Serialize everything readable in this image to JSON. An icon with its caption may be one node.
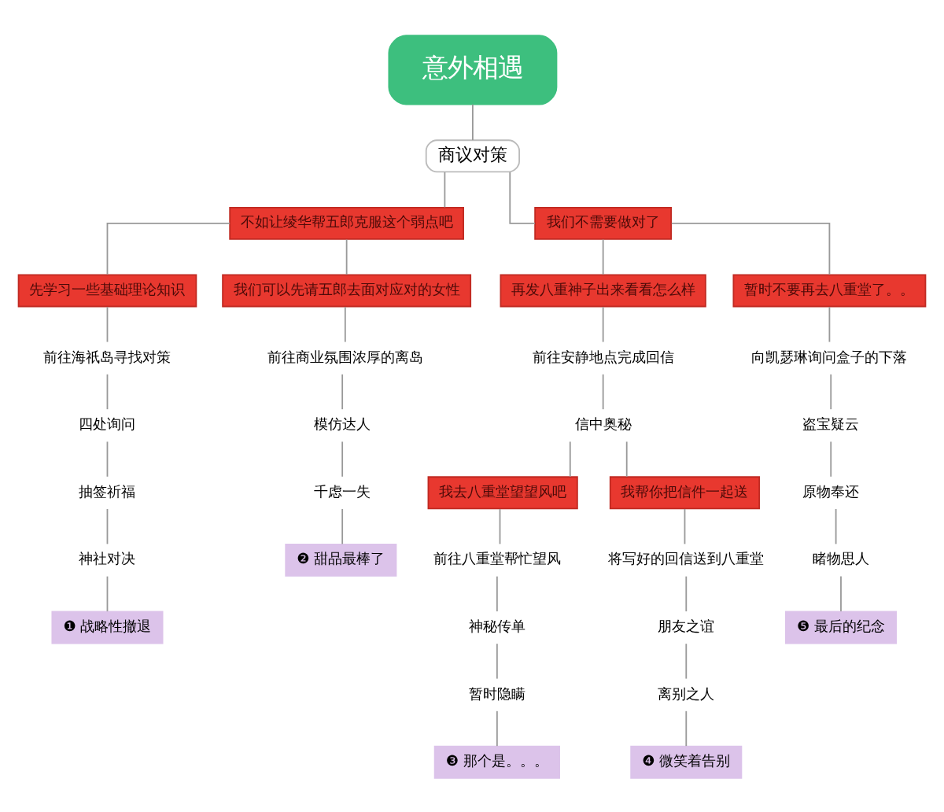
{
  "diagram": {
    "nodes": [
      {
        "text": [
          "意外相遇"
        ]
      },
      {
        "text": [
          "商议对策"
        ]
      },
      {
        "text": [
          "不如让绫华帮五郎克服这个弱点吧"
        ]
      },
      {
        "text": [
          "我们不需要做对了"
        ]
      },
      {
        "text": [
          "先学习一些基础理论知识"
        ]
      },
      {
        "text": [
          "我们可以先请五郎去面对应对的女性"
        ]
      },
      {
        "text": [
          "前往海祇岛寻找对策"
        ]
      },
      {
        "text": [
          "四处询问"
        ]
      },
      {
        "text": [
          "抽签祈福"
        ]
      },
      {
        "text": [
          "神社对决"
        ]
      },
      {
        "text": [
          "❶ 战略性撤退"
        ]
      },
      {
        "text": [
          "前往商业氛围浓厚的离岛"
        ]
      },
      {
        "text": [
          "模仿达人"
        ]
      },
      {
        "text": [
          "千虑一失"
        ]
      },
      {
        "text": [
          "❷ 甜品最棒了"
        ]
      },
      {
        "text": [
          "再发八重神子出来看看怎么样"
        ]
      },
      {
        "text": [
          "暂时不要再去八重堂了。。"
        ]
      },
      {
        "text": [
          "前往安静地点完成回信"
        ]
      },
      {
        "text": [
          "信中奥秘"
        ]
      },
      {
        "text": [
          "我去八重堂望望风吧"
        ]
      },
      {
        "text": [
          "我帮你把信件一起送"
        ]
      },
      {
        "text": [
          "前往八重堂帮忙望风"
        ]
      },
      {
        "text": [
          "神秘传单"
        ]
      },
      {
        "text": [
          "暂时隐瞒"
        ]
      },
      {
        "text": [
          "❸ 那个是。。。"
        ]
      },
      {
        "text": [
          "将写好的回信送到八重堂"
        ]
      },
      {
        "text": [
          "朋友之谊"
        ]
      },
      {
        "text": [
          "离别之人"
        ]
      },
      {
        "text": [
          "❹ 微笑着告别"
        ]
      },
      {
        "text": [
          "向凯瑟琳询问盒子的下落"
        ]
      },
      {
        "text": [
          "盗宝疑云"
        ]
      },
      {
        "text": [
          "原物奉还"
        ]
      },
      {
        "text": [
          "睹物思人"
        ]
      },
      {
        "text": [
          "❺ 最后的纪念"
        ]
      }
    ],
    "edges": [
      {
        "from": 0,
        "to": 1,
        "arrow": "none"
      },
      {
        "from": 1,
        "to": 2,
        "arrow": "none"
      },
      {
        "from": 1,
        "to": 3,
        "arrow": "none"
      },
      {
        "from": 2,
        "to": 4,
        "arrow": "none"
      },
      {
        "from": 2,
        "to": 5,
        "arrow": "none"
      },
      {
        "from": 4,
        "to": 6,
        "arrow": "none"
      },
      {
        "from": 6,
        "to": 7,
        "arrow": "none"
      },
      {
        "from": 7,
        "to": 8,
        "arrow": "none"
      },
      {
        "from": 8,
        "to": 9,
        "arrow": "none"
      },
      {
        "from": 9,
        "to": 10,
        "arrow": "none"
      },
      {
        "from": 5,
        "to": 11,
        "arrow": "none"
      },
      {
        "from": 11,
        "to": 12,
        "arrow": "none"
      },
      {
        "from": 12,
        "to": 13,
        "arrow": "none"
      },
      {
        "from": 13,
        "to": 14,
        "arrow": "none"
      },
      {
        "from": 3,
        "to": 15,
        "arrow": "none"
      },
      {
        "from": 3,
        "to": 16,
        "arrow": "none"
      },
      {
        "from": 15,
        "to": 17,
        "arrow": "none"
      },
      {
        "from": 17,
        "to": 18,
        "arrow": "none"
      },
      {
        "from": 18,
        "to": 19,
        "arrow": "none"
      },
      {
        "from": 18,
        "to": 20,
        "arrow": "none"
      },
      {
        "from": 19,
        "to": 21,
        "arrow": "none"
      },
      {
        "from": 21,
        "to": 22,
        "arrow": "none"
      },
      {
        "from": 22,
        "to": 23,
        "arrow": "none"
      },
      {
        "from": 23,
        "to": 24,
        "arrow": "none"
      },
      {
        "from": 20,
        "to": 25,
        "arrow": "none"
      },
      {
        "from": 25,
        "to": 26,
        "arrow": "none"
      },
      {
        "from": 26,
        "to": 27,
        "arrow": "none"
      },
      {
        "from": 27,
        "to": 28,
        "arrow": "none"
      },
      {
        "from": 16,
        "to": 29,
        "arrow": "none"
      },
      {
        "from": 29,
        "to": 30,
        "arrow": "none"
      },
      {
        "from": 30,
        "to": 31,
        "arrow": "none"
      },
      {
        "from": 31,
        "to": 32,
        "arrow": "none"
      },
      {
        "from": 32,
        "to": 33,
        "arrow": "none"
      }
    ]
  }
}
